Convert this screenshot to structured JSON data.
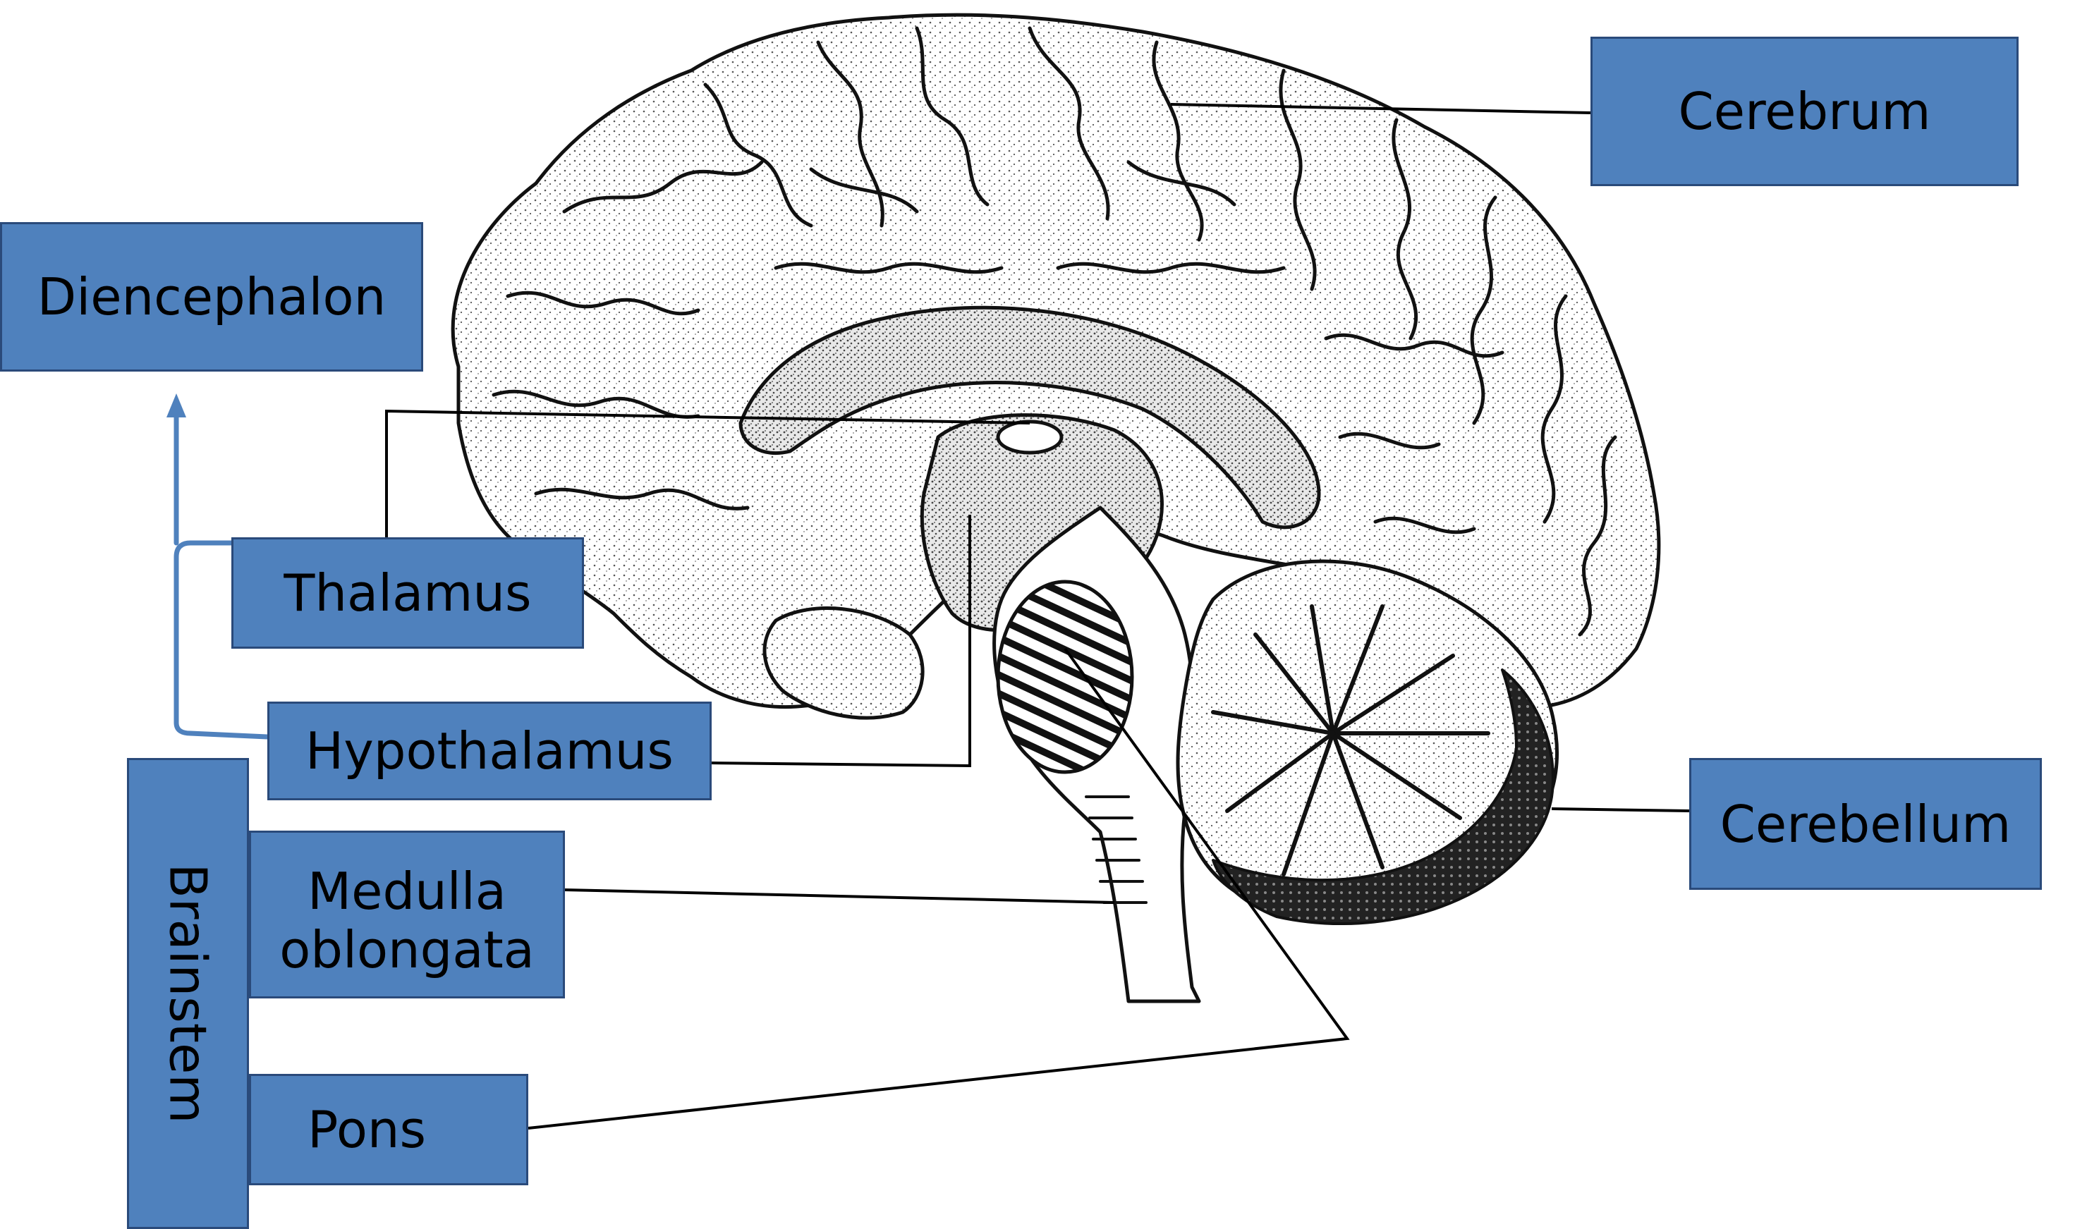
{
  "labels": {
    "cerebrum": "Cerebrum",
    "diencephalon": "Diencephalon",
    "thalamus": "Thalamus",
    "hypothalamus": "Hypothalamus",
    "cerebellum": "Cerebellum",
    "medulla": "Medulla\noblongata",
    "pons": "Pons",
    "brainstem": "Brainstem"
  },
  "colors": {
    "label_fill": "#4f81bd",
    "label_border": "#2a4a7a",
    "bracket_arrow": "#4f81bd",
    "leader_line": "#000000",
    "brain_outline": "#111111"
  },
  "icons": {
    "brain_illustration": "brain-sagittal-section-drawing",
    "arrow": "up-arrow"
  }
}
